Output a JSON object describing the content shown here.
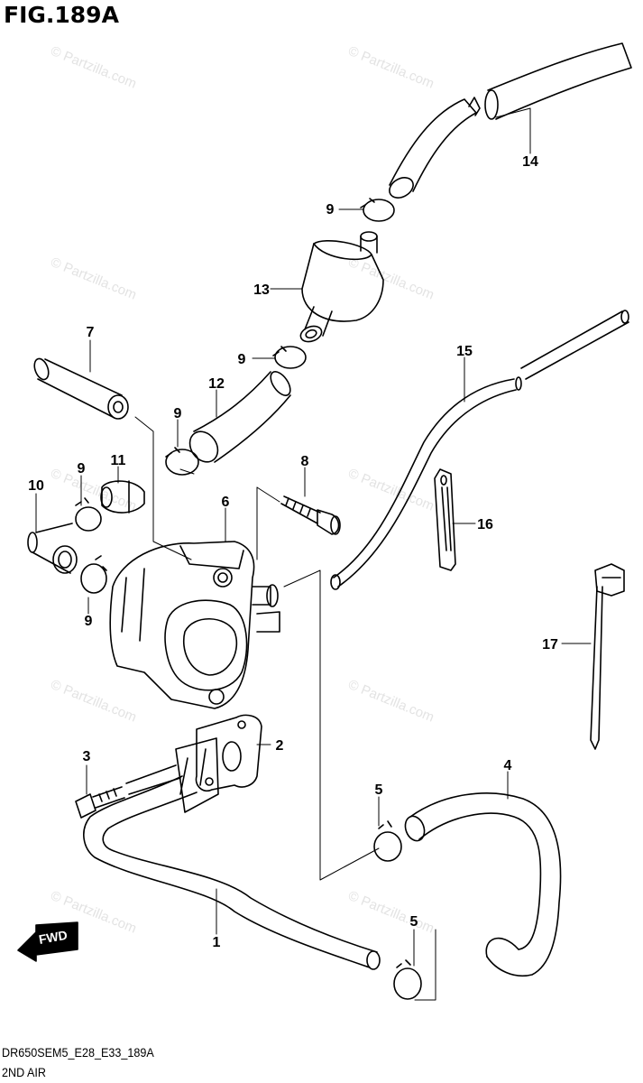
{
  "figure": {
    "title": "FIG.189A",
    "code": "DR650SEM5_E28_E33_189A",
    "name": "2ND AIR"
  },
  "watermark": "© Partzilla.com",
  "fwd_label": "FWD",
  "callouts": [
    "1",
    "2",
    "3",
    "4",
    "5",
    "5",
    "6",
    "7",
    "8",
    "9",
    "9",
    "9",
    "9",
    "10",
    "11",
    "12",
    "13",
    "14",
    "15",
    "16",
    "17"
  ]
}
